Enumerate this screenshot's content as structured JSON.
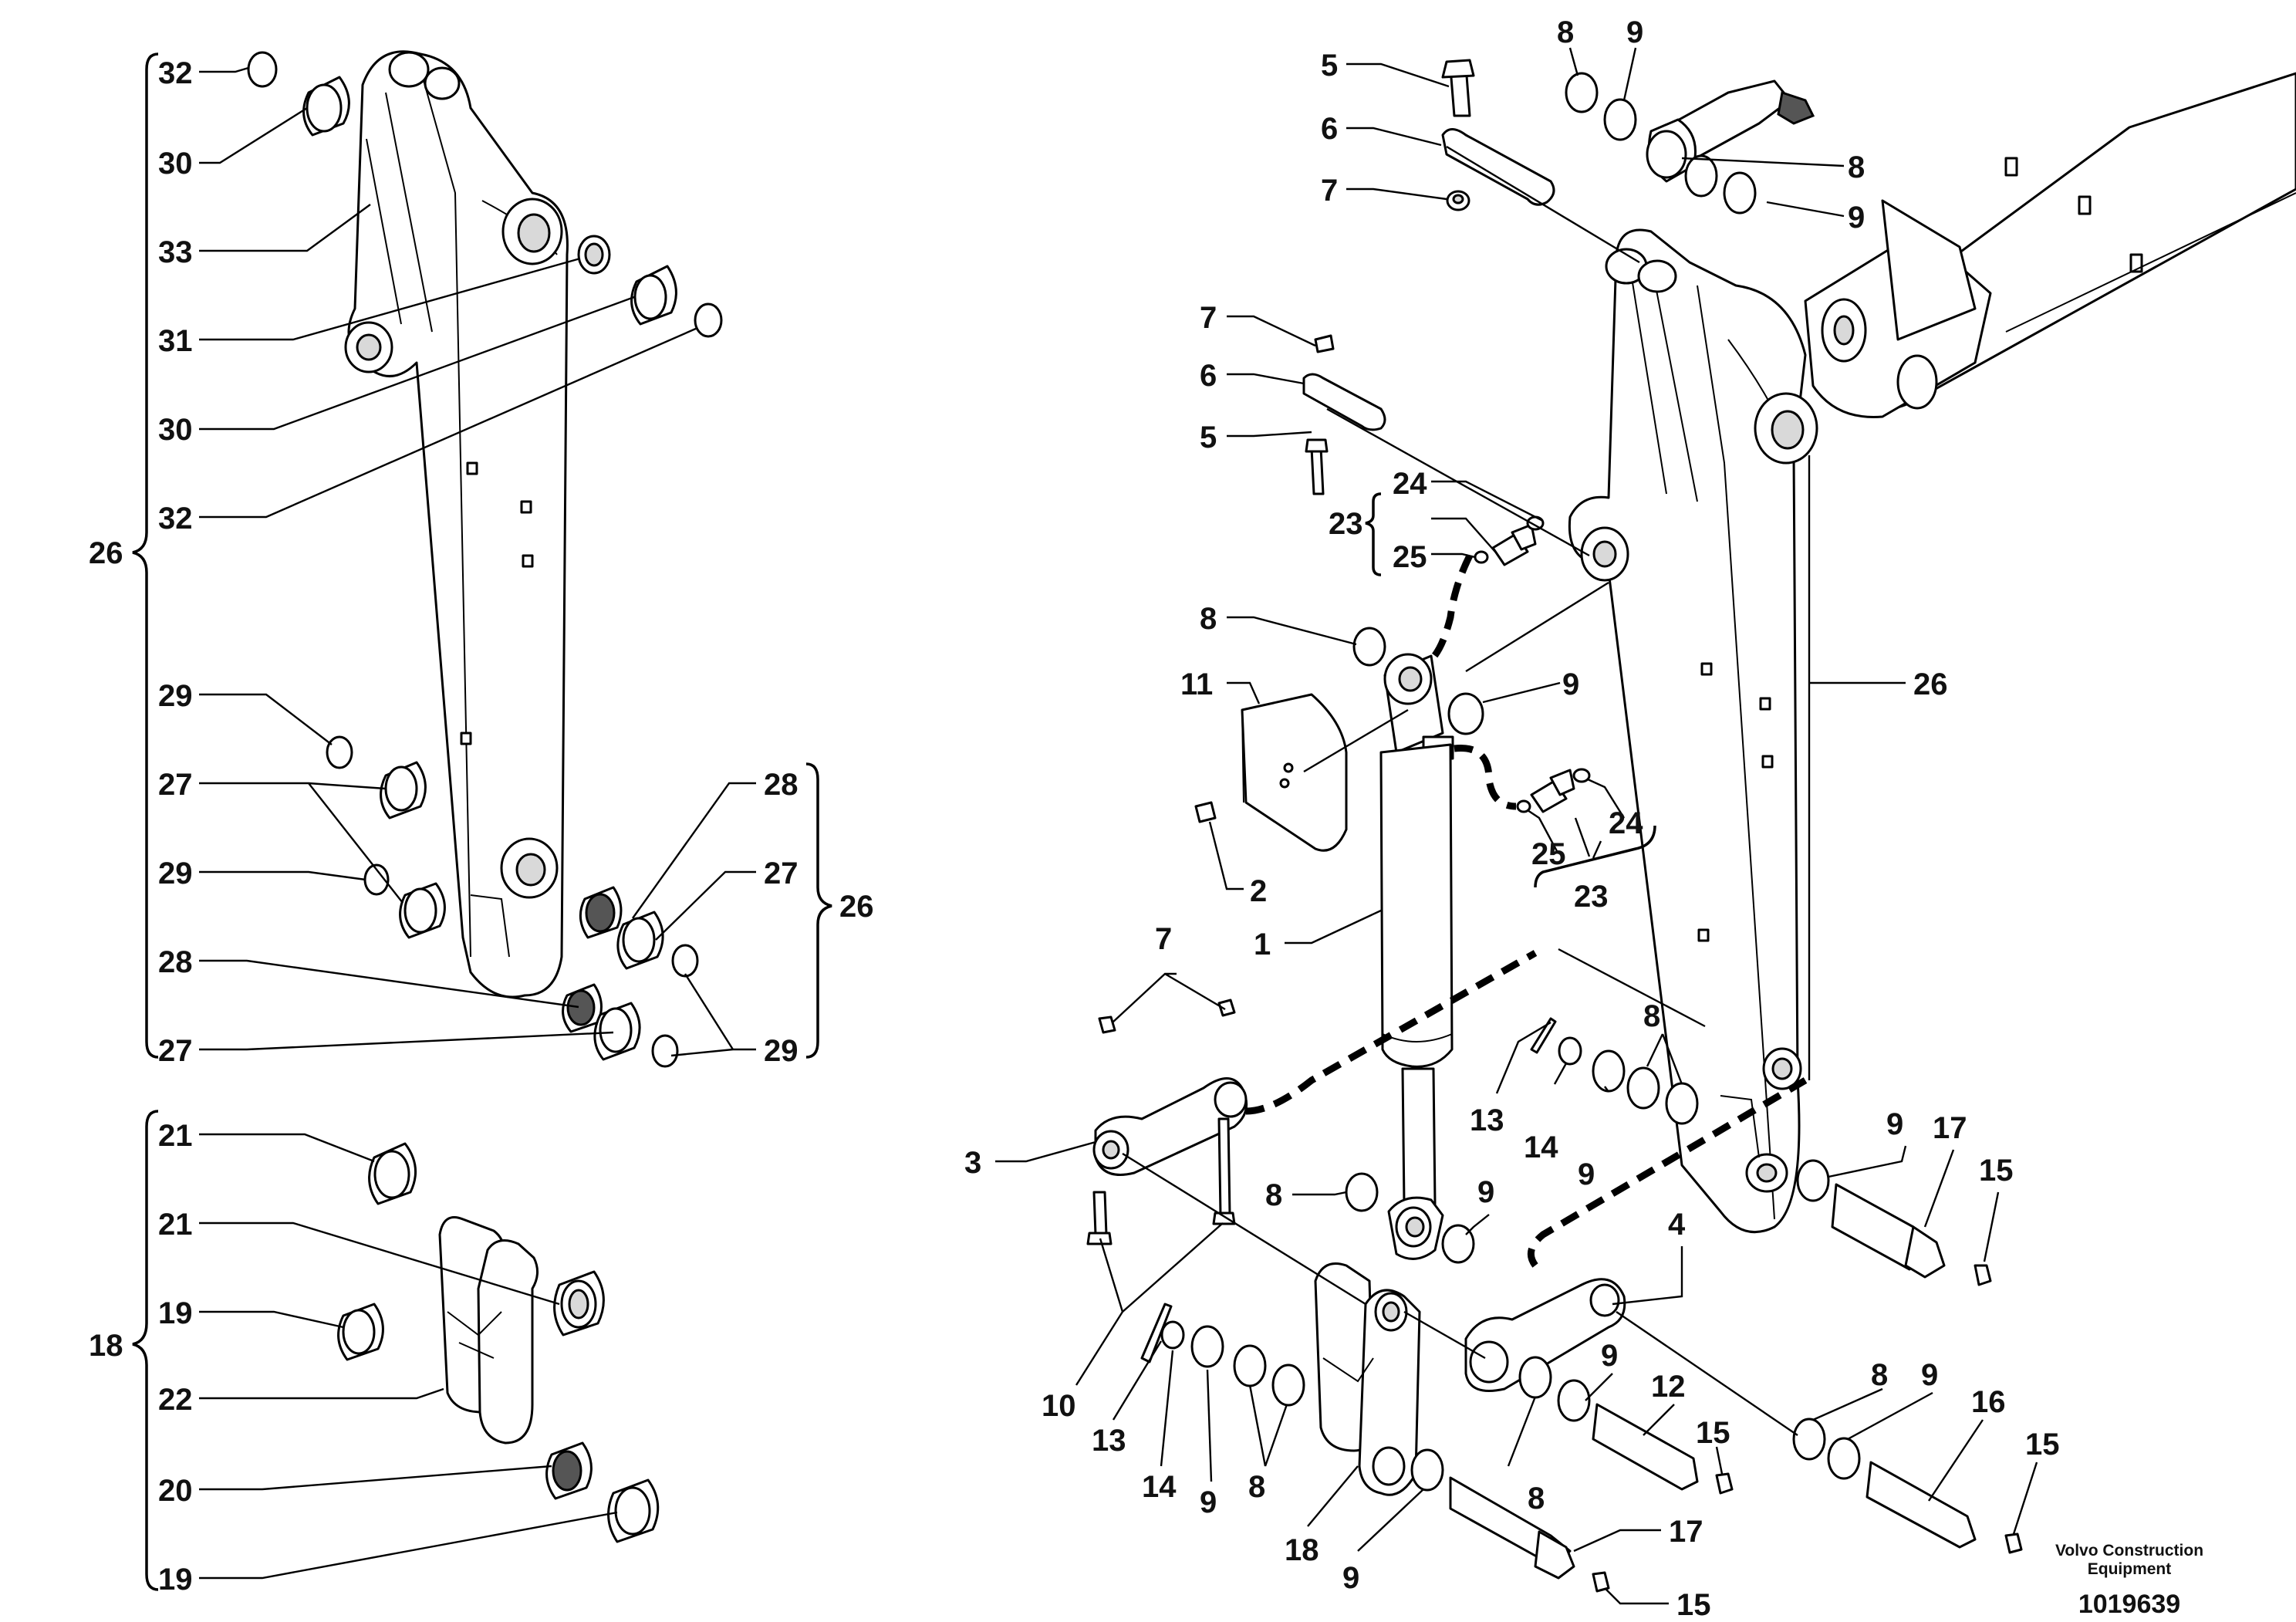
{
  "labels": {
    "l_32a": "32",
    "l_30a": "30",
    "l_33": "33",
    "l_31": "31",
    "l_30b": "30",
    "l_32b": "32",
    "l_26a": "26",
    "l_29a": "29",
    "l_27a": "27",
    "l_29b": "29",
    "l_28a": "28",
    "l_27b": "27",
    "l_28b": "28",
    "l_27c": "27",
    "l_29c": "29",
    "l_26b": "26",
    "l_21a": "21",
    "l_21b": "21",
    "l_19a": "19",
    "l_18a": "18",
    "l_22": "22",
    "l_20": "20",
    "l_19b": "19",
    "l_5a": "5",
    "l_6a": "6",
    "l_7a": "7",
    "l_8a": "8",
    "l_9a": "9",
    "l_8b": "8",
    "l_9b": "9",
    "l_7b": "7",
    "l_6b": "6",
    "l_5b": "5",
    "l_24a": "24",
    "l_23a": "23",
    "l_25a": "25",
    "l_8c": "8",
    "l_11": "11",
    "l_9c": "9",
    "l_26c": "26",
    "l_24b": "24",
    "l_25b": "25",
    "l_23b": "23",
    "l_2": "2",
    "l_1": "1",
    "l_7c": "7",
    "l_8d": "8",
    "l_3": "3",
    "l_13a": "13",
    "l_14a": "14",
    "l_9d": "9",
    "l_8e": "8",
    "l_9e": "9",
    "l_9f": "9",
    "l_17a": "17",
    "l_15a": "15",
    "l_4": "4",
    "l_10": "10",
    "l_13b": "13",
    "l_14b": "14",
    "l_9g": "9",
    "l_8f": "8",
    "l_9h": "9",
    "l_12": "12",
    "l_15b": "15",
    "l_8g": "8",
    "l_8h": "8",
    "l_9i": "9",
    "l_16": "16",
    "l_15c": "15",
    "l_18b": "18",
    "l_9j": "9",
    "l_17b": "17",
    "l_15d": "15"
  },
  "brand_line1": "Volvo Construction",
  "brand_line2": "Equipment",
  "doc_number": "1019639"
}
